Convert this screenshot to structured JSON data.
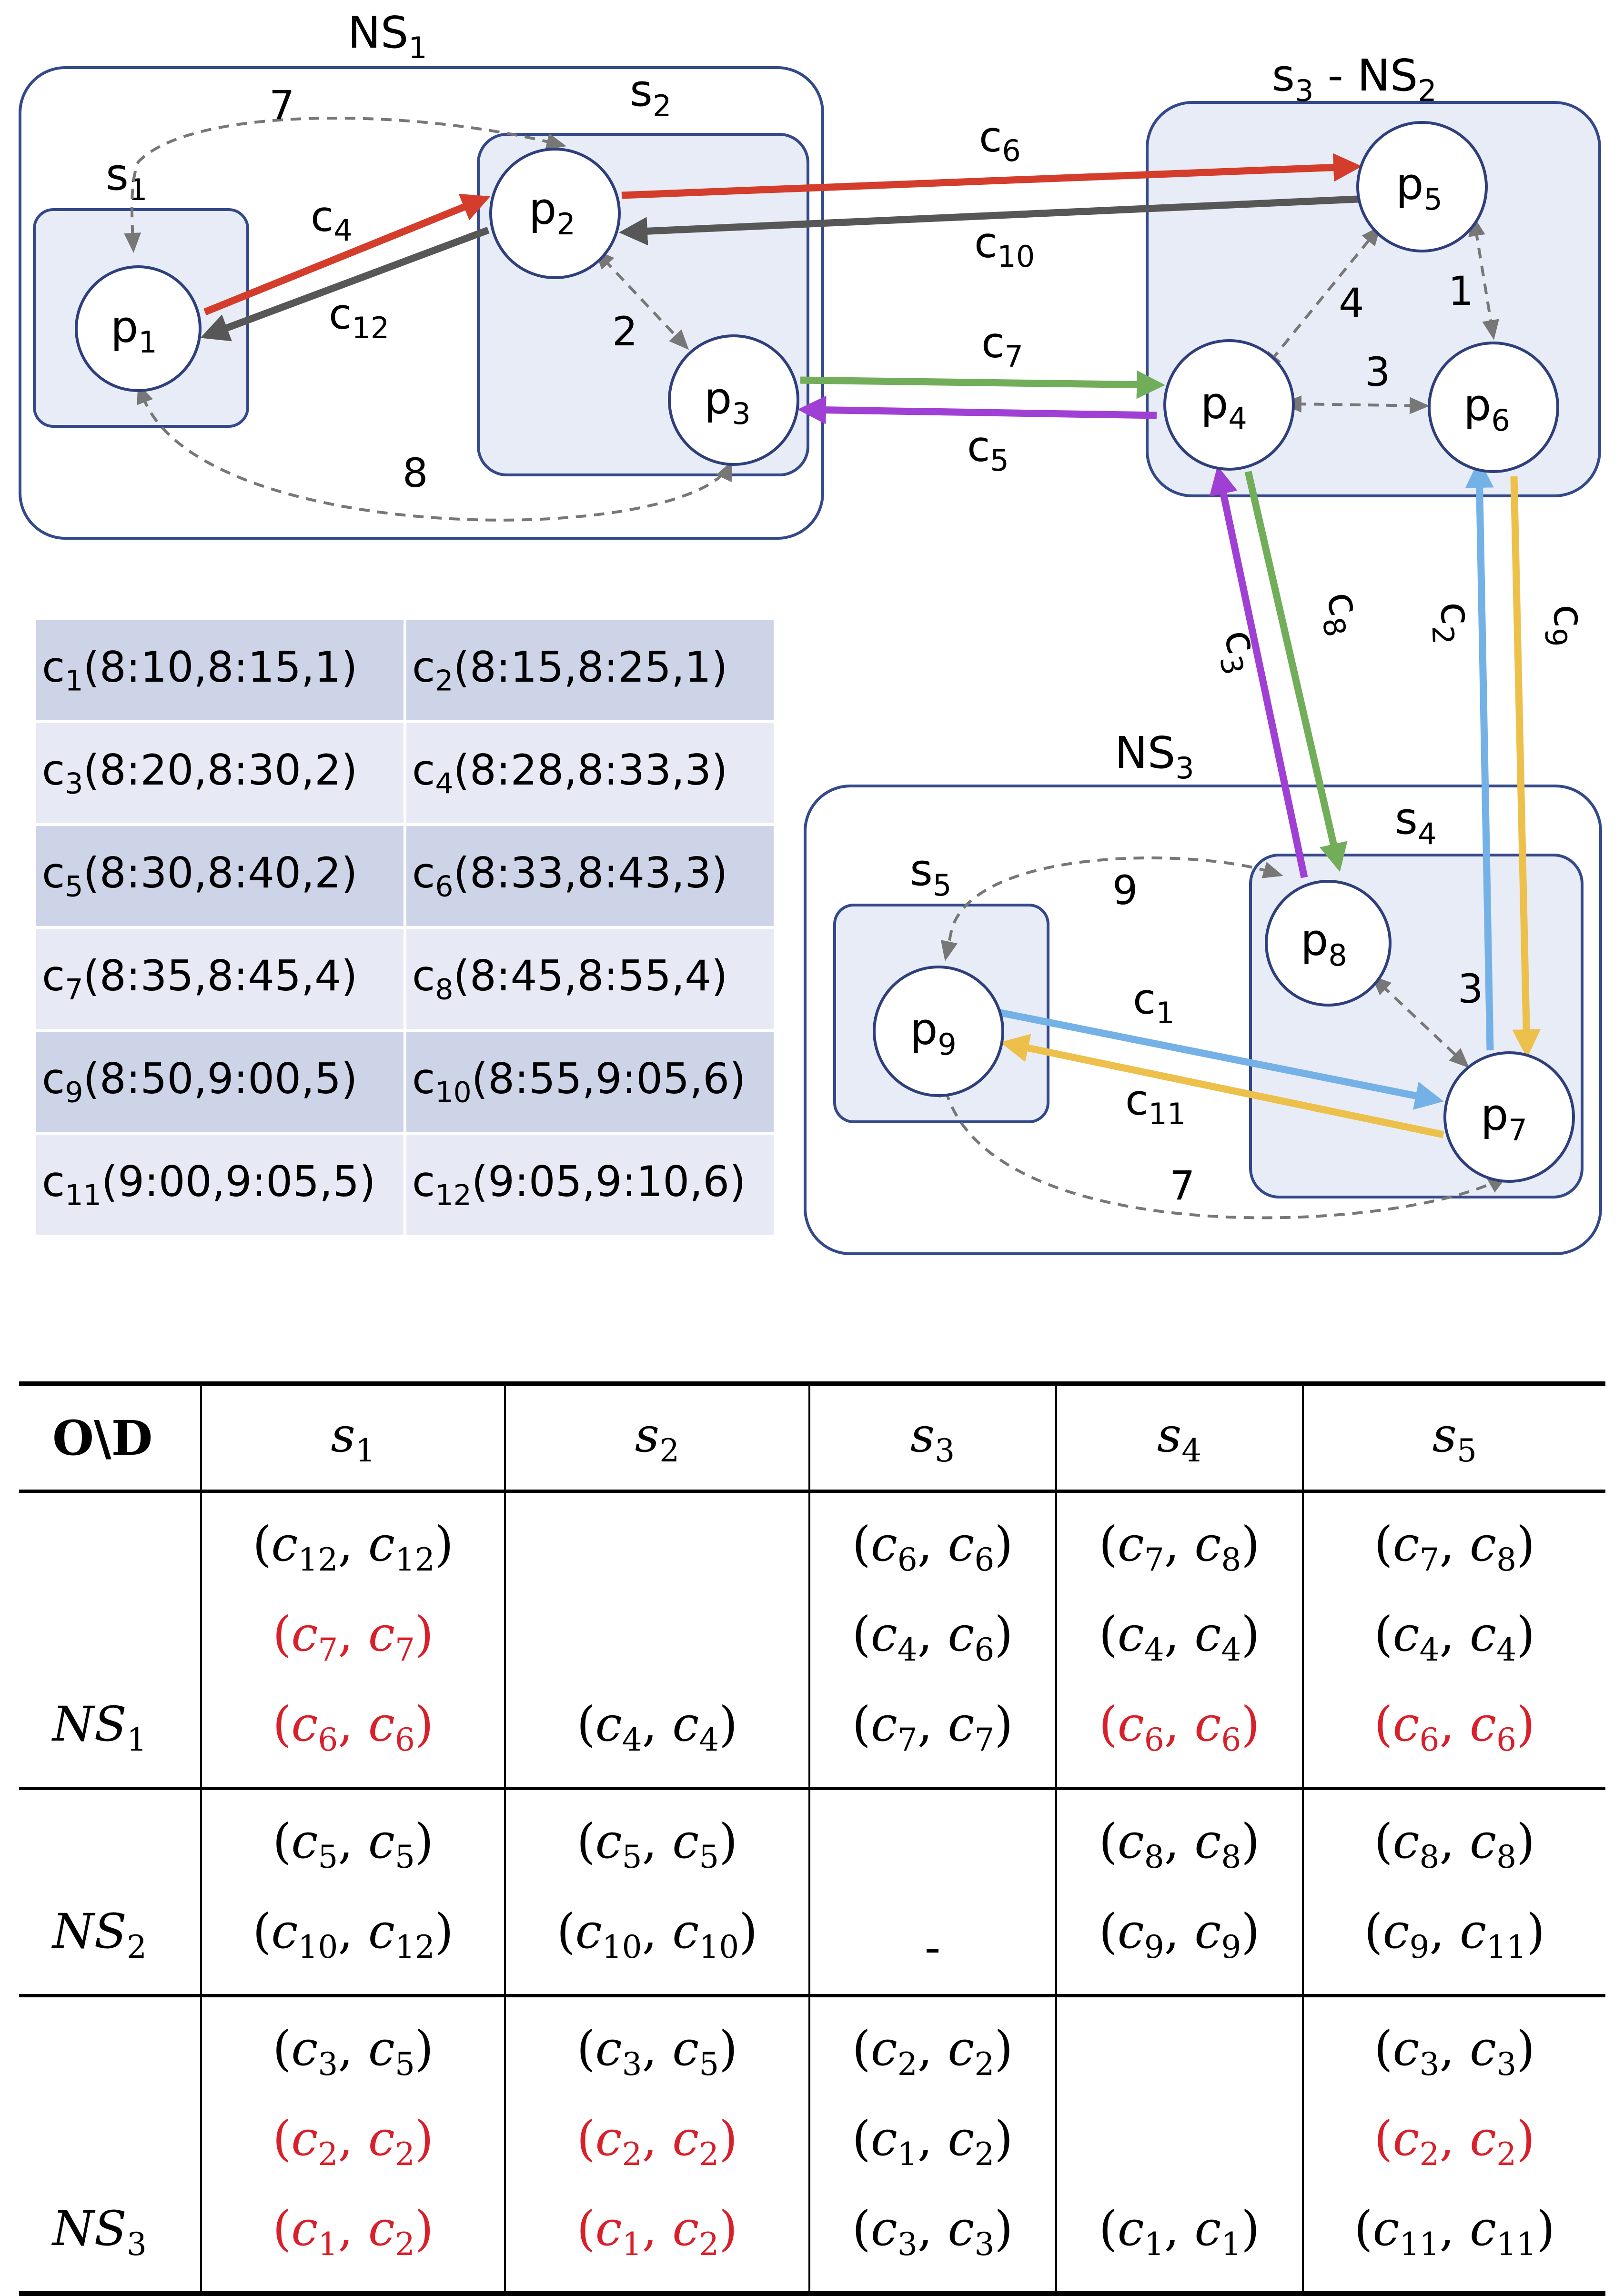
{
  "diagram": {
    "regions": {
      "ns1": {
        "label": "NS",
        "sub": "1"
      },
      "ns2": {
        "label": "s",
        "sub": "3",
        "label2": " - NS",
        "sub2": "2"
      },
      "ns3": {
        "label": "NS",
        "sub": "3"
      }
    },
    "stations": {
      "s1": {
        "label": "s",
        "sub": "1"
      },
      "s2": {
        "label": "s",
        "sub": "2"
      },
      "s4": {
        "label": "s",
        "sub": "4"
      },
      "s5": {
        "label": "s",
        "sub": "5"
      }
    },
    "nodes": {
      "p1": {
        "label": "p",
        "sub": "1"
      },
      "p2": {
        "label": "p",
        "sub": "2"
      },
      "p3": {
        "label": "p",
        "sub": "3"
      },
      "p4": {
        "label": "p",
        "sub": "4"
      },
      "p5": {
        "label": "p",
        "sub": "5"
      },
      "p6": {
        "label": "p",
        "sub": "6"
      },
      "p7": {
        "label": "p",
        "sub": "7"
      },
      "p8": {
        "label": "p",
        "sub": "8"
      },
      "p9": {
        "label": "p",
        "sub": "9"
      }
    },
    "walk_weights": {
      "s2_s1": "7",
      "s1_p3": "8",
      "p2_p3": "2",
      "p4_p5": "4",
      "p5_p6": "1",
      "p4_p6": "3",
      "p8_p9": "9",
      "p8_p7": "3",
      "p9_p7": "7"
    },
    "connection_labels": {
      "c4": {
        "label": "c",
        "sub": "4"
      },
      "c12": {
        "label": "c",
        "sub": "12"
      },
      "c6": {
        "label": "c",
        "sub": "6"
      },
      "c10": {
        "label": "c",
        "sub": "10"
      },
      "c7": {
        "label": "c",
        "sub": "7"
      },
      "c5": {
        "label": "c",
        "sub": "5"
      },
      "c3": {
        "label": "c",
        "sub": "3"
      },
      "c8": {
        "label": "c",
        "sub": "8"
      },
      "c2": {
        "label": "c",
        "sub": "2"
      },
      "c9": {
        "label": "c",
        "sub": "9"
      },
      "c1": {
        "label": "c",
        "sub": "1"
      },
      "c11": {
        "label": "c",
        "sub": "11"
      }
    },
    "colors": {
      "red": "#d43c2c",
      "dark_gray": "#575757",
      "green": "#72ad5a",
      "purple": "#a03fd4",
      "blue": "#74b1e6",
      "yellow": "#ecc04a",
      "station_fill": "#e8ecf6",
      "border": "#34498a"
    }
  },
  "connections_table": [
    [
      {
        "name": "c",
        "sub": "1",
        "args": "(8:10,8:15,1)"
      },
      {
        "name": "c",
        "sub": "2",
        "args": "(8:15,8:25,1)"
      }
    ],
    [
      {
        "name": "c",
        "sub": "3",
        "args": "(8:20,8:30,2)"
      },
      {
        "name": "c",
        "sub": "4",
        "args": "(8:28,8:33,3)"
      }
    ],
    [
      {
        "name": "c",
        "sub": "5",
        "args": "(8:30,8:40,2)"
      },
      {
        "name": "c",
        "sub": "6",
        "args": "(8:33,8:43,3)"
      }
    ],
    [
      {
        "name": "c",
        "sub": "7",
        "args": "(8:35,8:45,4)"
      },
      {
        "name": "c",
        "sub": "8",
        "args": "(8:45,8:55,4)"
      }
    ],
    [
      {
        "name": "c",
        "sub": "9",
        "args": "(8:50,9:00,5)"
      },
      {
        "name": "c",
        "sub": "10",
        "args": "(8:55,9:05,6)"
      }
    ],
    [
      {
        "name": "c",
        "sub": "11",
        "args": "(9:00,9:05,5)"
      },
      {
        "name": "c",
        "sub": "12",
        "args": "(9:05,9:10,6)"
      }
    ]
  ],
  "od_matrix": {
    "corner": "O\\D",
    "columns": [
      {
        "label": "s",
        "sub": "1"
      },
      {
        "label": "s",
        "sub": "2"
      },
      {
        "label": "s",
        "sub": "3"
      },
      {
        "label": "s",
        "sub": "4"
      },
      {
        "label": "s",
        "sub": "5"
      }
    ],
    "rows": [
      {
        "label": "NS",
        "sub": "1",
        "cells": [
          [
            {
              "a": "12",
              "b": "12",
              "red": false
            },
            {
              "a": "7",
              "b": "7",
              "red": true
            },
            {
              "a": "6",
              "b": "6",
              "red": true
            }
          ],
          [
            {
              "a": "4",
              "b": "4",
              "red": false
            }
          ],
          [
            {
              "a": "6",
              "b": "6",
              "red": false
            },
            {
              "a": "4",
              "b": "6",
              "red": false
            },
            {
              "a": "7",
              "b": "7",
              "red": false
            }
          ],
          [
            {
              "a": "7",
              "b": "8",
              "red": false
            },
            {
              "a": "4",
              "b": "4",
              "red": false
            },
            {
              "a": "6",
              "b": "6",
              "red": true
            }
          ],
          [
            {
              "a": "7",
              "b": "8",
              "red": false
            },
            {
              "a": "4",
              "b": "4",
              "red": false
            },
            {
              "a": "6",
              "b": "6",
              "red": true
            }
          ]
        ]
      },
      {
        "label": "NS",
        "sub": "2",
        "cells": [
          [
            {
              "a": "5",
              "b": "5",
              "red": false
            },
            {
              "a": "10",
              "b": "12",
              "red": false
            }
          ],
          [
            {
              "a": "5",
              "b": "5",
              "red": false
            },
            {
              "a": "10",
              "b": "10",
              "red": false
            }
          ],
          "-",
          [
            {
              "a": "8",
              "b": "8",
              "red": false
            },
            {
              "a": "9",
              "b": "9",
              "red": false
            }
          ],
          [
            {
              "a": "8",
              "b": "8",
              "red": false
            },
            {
              "a": "9",
              "b": "11",
              "red": false
            }
          ]
        ]
      },
      {
        "label": "NS",
        "sub": "3",
        "cells": [
          [
            {
              "a": "3",
              "b": "5",
              "red": false
            },
            {
              "a": "2",
              "b": "2",
              "red": true
            },
            {
              "a": "1",
              "b": "2",
              "red": true
            }
          ],
          [
            {
              "a": "3",
              "b": "5",
              "red": false
            },
            {
              "a": "2",
              "b": "2",
              "red": true
            },
            {
              "a": "1",
              "b": "2",
              "red": true
            }
          ],
          [
            {
              "a": "2",
              "b": "2",
              "red": false
            },
            {
              "a": "1",
              "b": "2",
              "red": false
            },
            {
              "a": "3",
              "b": "3",
              "red": false
            }
          ],
          [
            {
              "a": "1",
              "b": "1",
              "red": false
            }
          ],
          [
            {
              "a": "3",
              "b": "3",
              "red": false
            },
            {
              "a": "2",
              "b": "2",
              "red": true
            },
            {
              "a": "11",
              "b": "11",
              "red": false
            }
          ]
        ]
      }
    ]
  }
}
